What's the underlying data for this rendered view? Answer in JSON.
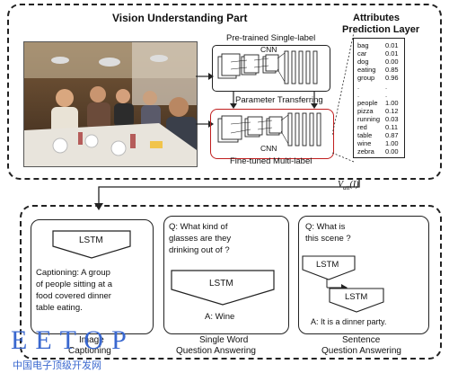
{
  "vision": {
    "title": "Vision Understanding Part",
    "pretrained_label": "Pre-trained Single-label",
    "cnn_top": "CNN",
    "param_transfer": "Parameter Transferring",
    "cnn_bottom": "CNN",
    "finetuned_label": "Fine-tuned  Multi-label"
  },
  "attributes": {
    "title_line1": "Attributes",
    "title_line2": "Prediction Layer",
    "rows": [
      {
        "name": "bag",
        "value": "0.01"
      },
      {
        "name": "car",
        "value": "0.01"
      },
      {
        "name": "dog",
        "value": "0.00"
      },
      {
        "name": "eating",
        "value": "0.85"
      },
      {
        "name": "group",
        "value": "0.96"
      },
      {
        "name": ".",
        "value": "."
      },
      {
        "name": ".",
        "value": "."
      },
      {
        "name": "people",
        "value": "1.00"
      },
      {
        "name": "pizza",
        "value": "0.12"
      },
      {
        "name": "running",
        "value": "0.03"
      },
      {
        "name": "red",
        "value": "0.11"
      },
      {
        "name": "table",
        "value": "0.87"
      },
      {
        "name": "wine",
        "value": "1.00"
      },
      {
        "name": "zebra",
        "value": "0.00"
      }
    ]
  },
  "vatt_label": "V",
  "vatt_sub": "att",
  "vatt_arg": "(I)",
  "captioning": {
    "lstm": "LSTM",
    "text_lines": [
      "Captioning: A group",
      "of people sitting at a",
      "food covered dinner",
      "table eating."
    ],
    "footer_line1": "Image",
    "footer_line2": "Captioning"
  },
  "single_word": {
    "question_lines": [
      "Q: What kind of",
      "glasses are they",
      "drinking out of ?"
    ],
    "lstm": "LSTM",
    "answer": "A: Wine",
    "footer_line1": "Single Word",
    "footer_line2": "Question Answering"
  },
  "sentence": {
    "question_lines": [
      "Q: What is",
      "this scene ?"
    ],
    "lstm_top": "LSTM",
    "lstm_bottom": "LSTM",
    "answer": "A: It is a dinner party.",
    "footer_line1": "Sentence",
    "footer_line2": "Question Answering"
  },
  "watermark": {
    "brand": "EETOP",
    "subtitle": "中国电子顶级开发网"
  }
}
